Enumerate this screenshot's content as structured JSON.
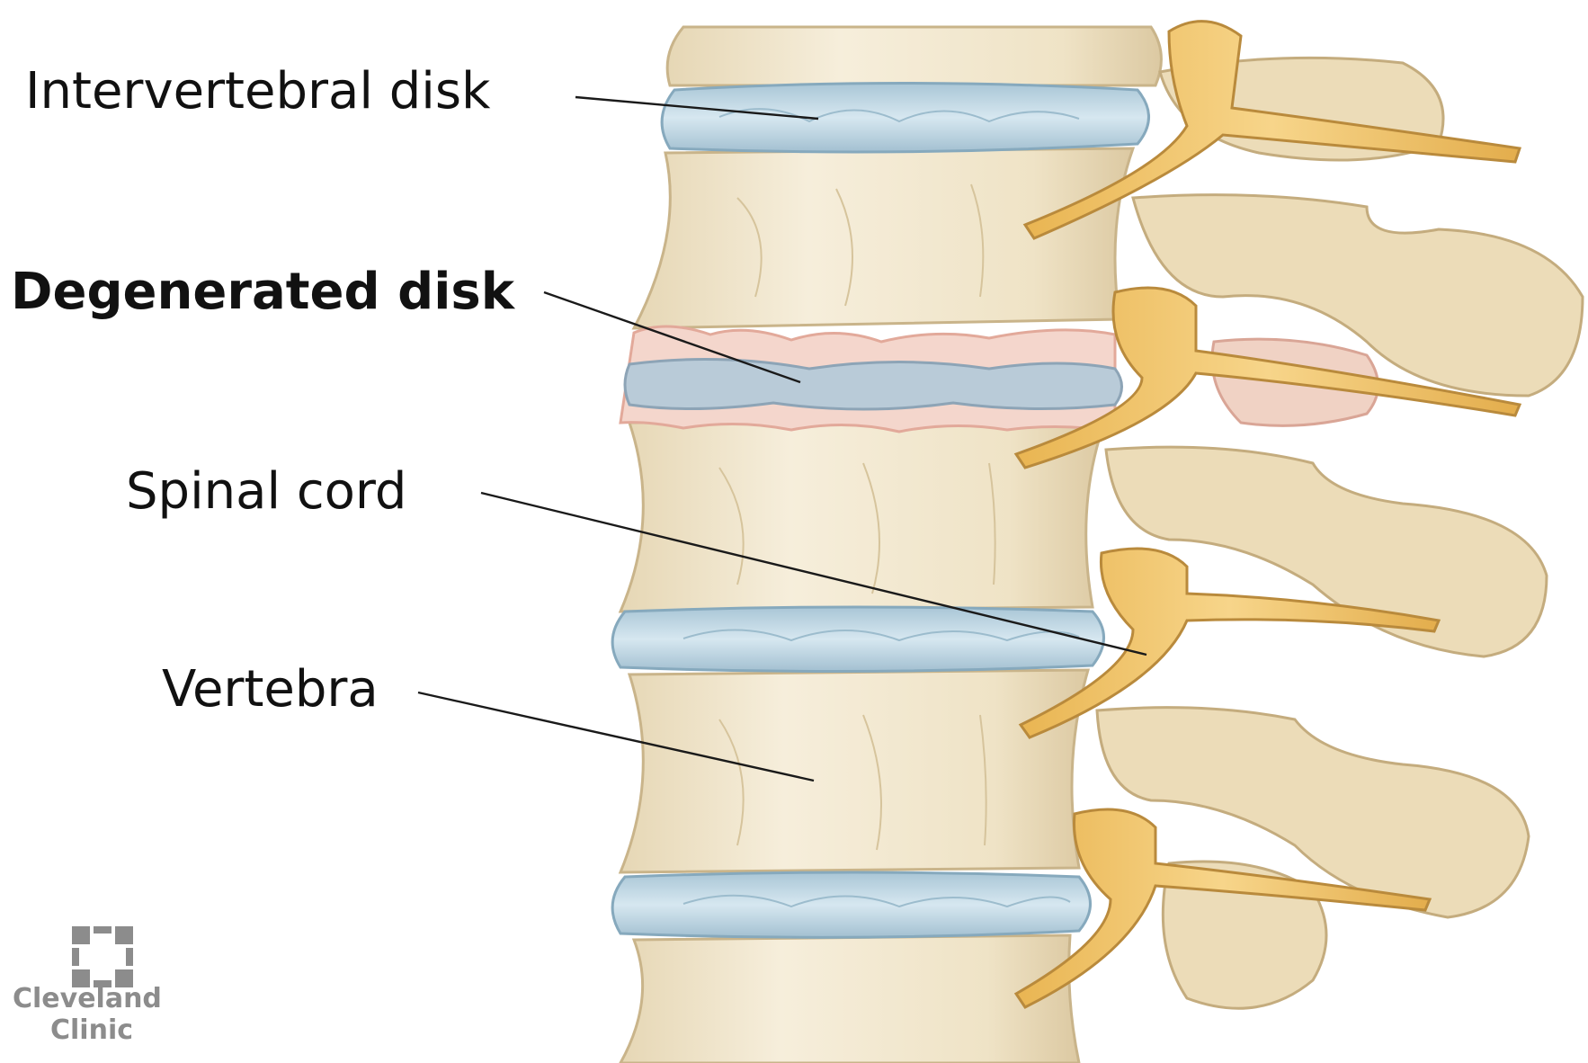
{
  "labels": {
    "intervertebral_disk": "Intervertebral disk",
    "degenerated_disk": "Degenerated disk",
    "spinal_cord": "Spinal cord",
    "vertebra": "Vertebra"
  },
  "logo": {
    "line1": "Cleveland",
    "line2": "Clinic",
    "icon": "cleveland-clinic-logo-icon"
  },
  "colors": {
    "bone": "#f1e6cd",
    "bone_shadow": "#d8c6a0",
    "disk": "#c2d9e6",
    "disk_edge": "#8eb0c4",
    "nerve": "#f0c468",
    "nerve_edge": "#b98a3c",
    "inflamed": "#f3cfc4"
  }
}
